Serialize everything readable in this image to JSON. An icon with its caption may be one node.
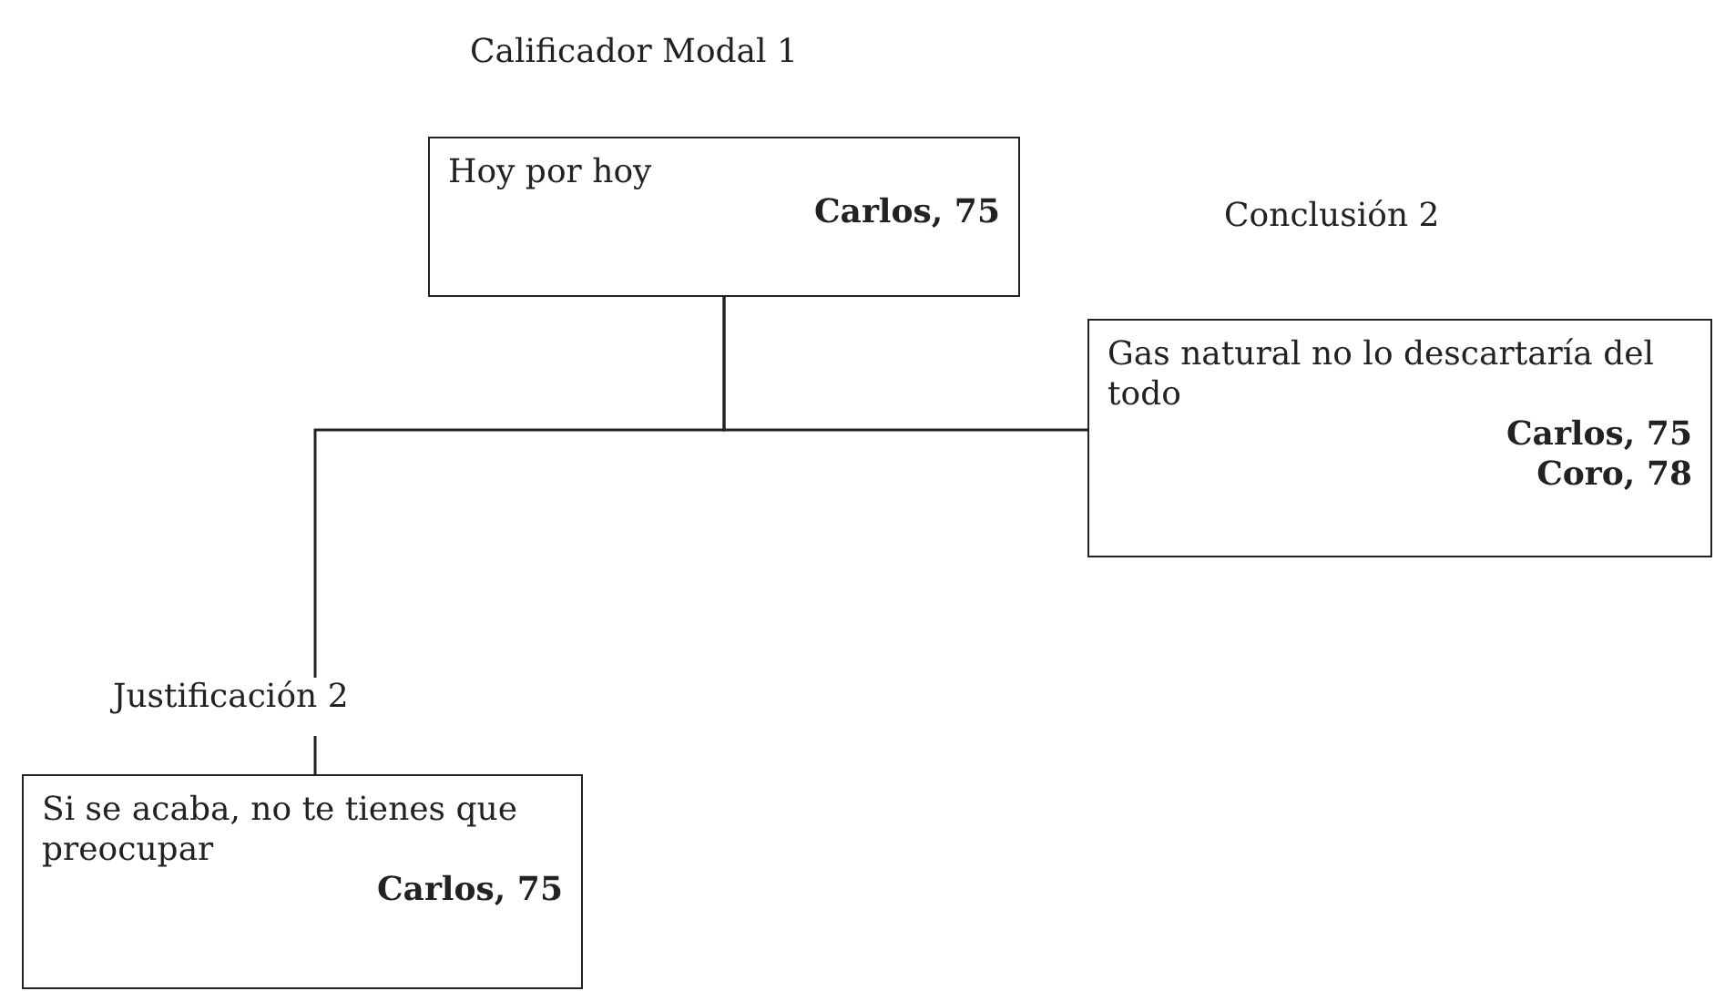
{
  "diagram": {
    "nodes": [
      {
        "text": [
          "Calificador Modal 1",
          "Hoy por hoy",
          "Carlos, 75"
        ]
      },
      {
        "text": [
          "Conclusión 2",
          "Gas natural no lo descartaría del todo",
          "Carlos, 75",
          "Coro, 78"
        ]
      },
      {
        "text": [
          "Justificación 2",
          "Si se acaba, no te tienes que preocupar",
          "Carlos, 75"
        ]
      }
    ],
    "edges": [
      {
        "from": 0,
        "to": 1,
        "arrow": "none"
      },
      {
        "from": 0,
        "to": 2,
        "arrow": "none"
      }
    ]
  }
}
